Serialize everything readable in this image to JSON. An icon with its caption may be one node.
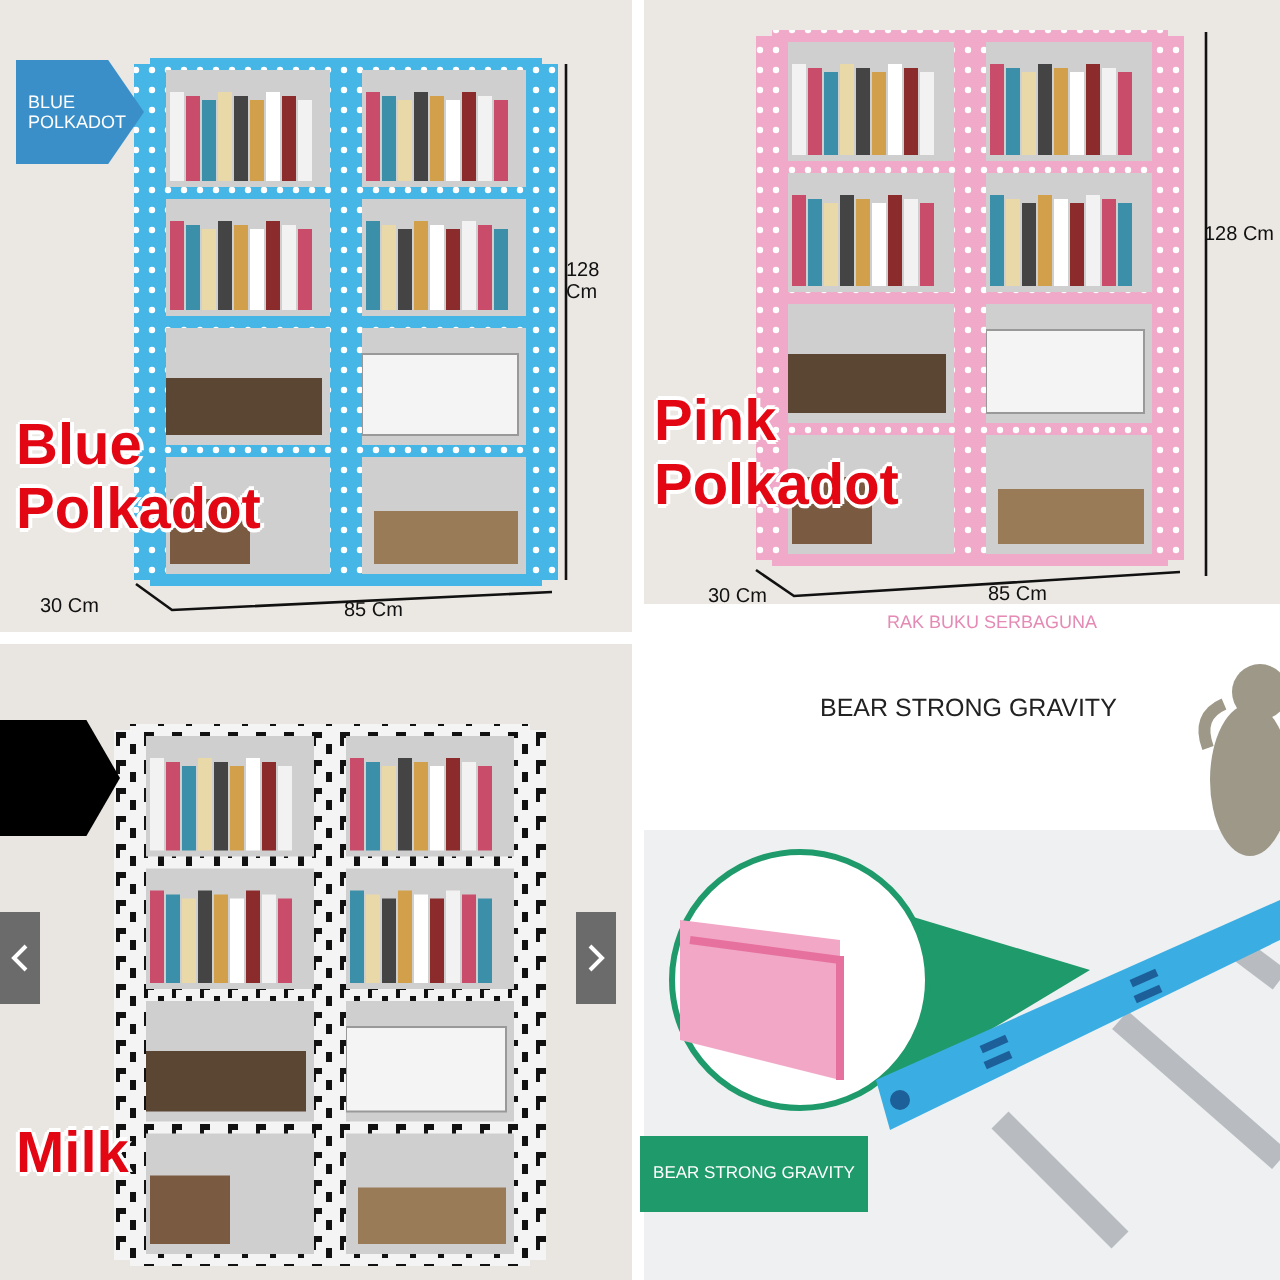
{
  "diagram": {
    "nodes": [
      {
        "text": [
          "BLUE POLKADOT"
        ]
      },
      {
        "text": [],
        "shape": "pentagon"
      },
      {
        "text": [
          "BEAR STRONG GRAVITY"
        ]
      }
    ],
    "edges": [],
    "labels": [
      "128 Cm",
      "30 Cm",
      "85 Cm",
      "Blue Polkadot",
      "128 Cm",
      "30 Cm",
      "85 Cm",
      "Pink Polkadot",
      "RAK BUKU SERBAGUNA",
      "Milk",
      "BEAR STRONG GRAVITY"
    ]
  }
}
